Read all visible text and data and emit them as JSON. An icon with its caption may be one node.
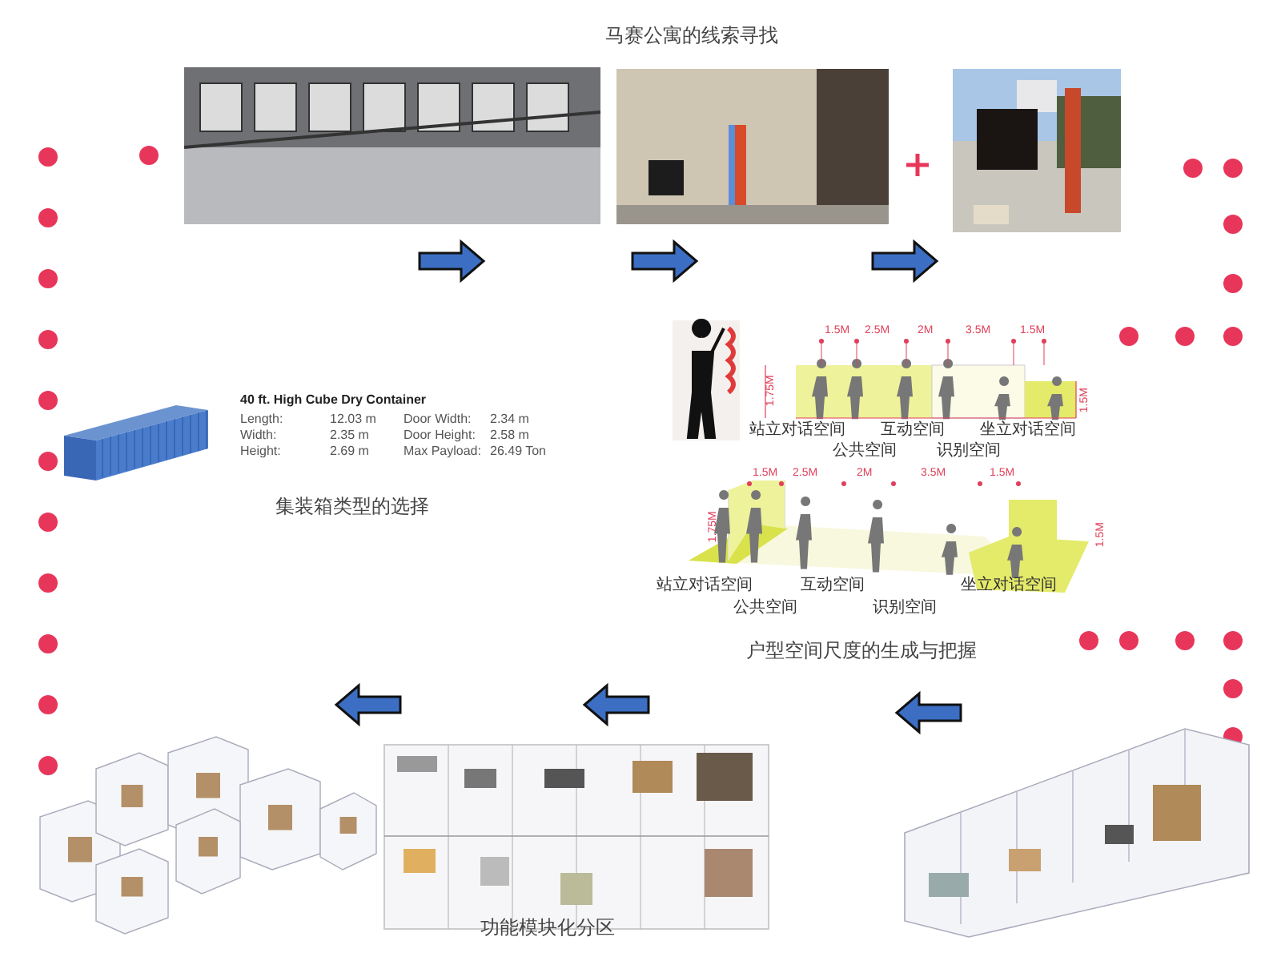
{
  "diagram": {
    "title": "马赛公寓的线索寻找",
    "labels": [
      "40 ft. High Cube Dry Container",
      "Length:",
      "12.03 m",
      "Door Width:",
      "2.34 m",
      "Width:",
      "2.35 m",
      "Door Height:",
      "2.58 m",
      "Height:",
      "2.69 m",
      "Max Payload:",
      "26.49 Ton",
      "集装箱类型的选择",
      "1.5M",
      "2.5M",
      "2M",
      "3.5M",
      "1.5M",
      "1.75M",
      "1.5M",
      "站立对话空间",
      "公共空间",
      "互动空间",
      "识别空间",
      "坐立对话空间",
      "1.5M",
      "2.5M",
      "2M",
      "3.5M",
      "1.5M",
      "1.75M",
      "1.5M",
      "站立对话空间",
      "公共空间",
      "互动空间",
      "识别空间",
      "坐立对话空间",
      "户型空间尺度的生成与把握",
      "功能模块化分区"
    ]
  }
}
